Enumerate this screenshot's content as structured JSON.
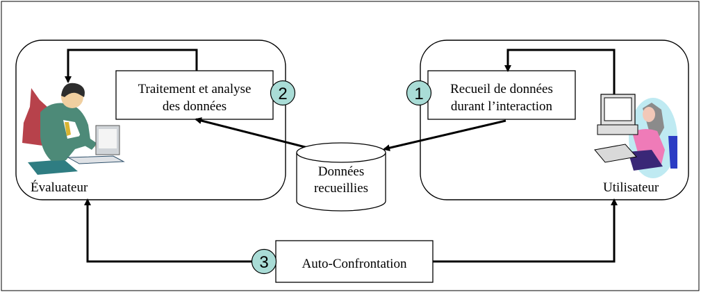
{
  "actors": {
    "evaluator_label": "Évaluateur",
    "user_label": "Utilisateur"
  },
  "boxes": {
    "processing": {
      "line1": "Traitement et analyse",
      "line2": "des données",
      "badge": "2"
    },
    "collection": {
      "line1": "Recueil de données",
      "line2": "durant l’interaction",
      "badge": "1"
    },
    "self_confrontation": {
      "label": "Auto-Confrontation",
      "badge": "3"
    }
  },
  "datastore": {
    "line1": "Données",
    "line2": "recueillies"
  },
  "colors": {
    "badge_fill": "#a9dcd6",
    "stroke": "#000000",
    "background": "#ffffff"
  },
  "icons": {
    "evaluator": "person-at-computer-icon",
    "user": "person-at-computer-icon"
  }
}
